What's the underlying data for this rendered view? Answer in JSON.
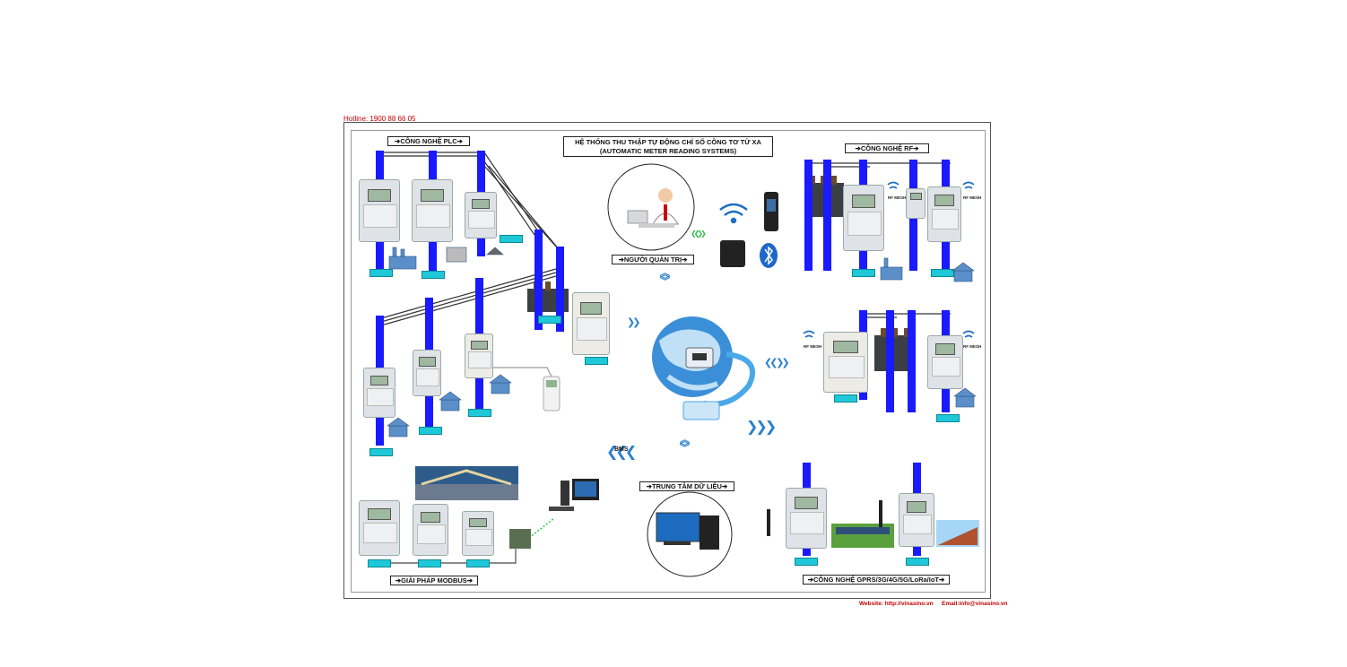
{
  "header": {
    "hotline": "Hotline: 1900 88 66 05",
    "title_vi": "HỆ THỐNG THU THẬP TỰ ĐỘNG CHỈ SỐ CÔNG TƠ TỪ XA",
    "title_en": "(AUTOMATIC METER READING SYSTEMS)"
  },
  "sections": {
    "plc": "➔CÔNG NGHỆ PLC➔",
    "rf": "➔CÔNG NGHỆ RF➔",
    "admin": "➔NGƯỜI QUẢN TRỊ➔",
    "data_center": "➔TRUNG TÂM DỮ LIỆU➔",
    "modbus": "➔GIẢI PHÁP MODBUS➔",
    "gprs": "➔CÔNG NGHỆ GPRS/3G/4G/5G/LoRa/IoT➔"
  },
  "labels": {
    "bms": "BMS",
    "rf_mesh": "RF MESH"
  },
  "footer": {
    "website": "Website: http://vinasino.vn",
    "email": "Email:info@vinasino.vn"
  },
  "colors": {
    "pole": "#1a1aff",
    "tag": "#1ec8d8",
    "accent": "#2a7fd0",
    "footer": "#c00000"
  }
}
